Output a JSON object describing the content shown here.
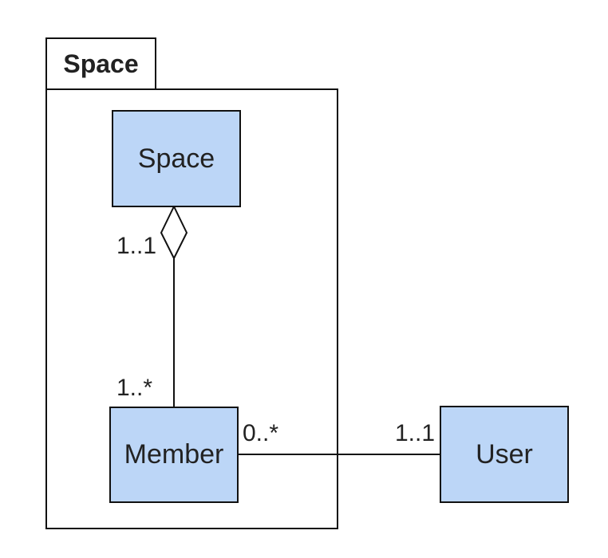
{
  "package": {
    "name": "Space"
  },
  "classes": {
    "space": "Space",
    "member": "Member",
    "user": "User"
  },
  "associations": {
    "space_member": {
      "space_end": "1..1",
      "member_end": "1..*"
    },
    "member_user": {
      "member_end": "0..*",
      "user_end": "1..1"
    }
  },
  "colors": {
    "class_fill": "#bcd6f7",
    "line": "#111111",
    "text": "#222222",
    "background": "#ffffff"
  }
}
